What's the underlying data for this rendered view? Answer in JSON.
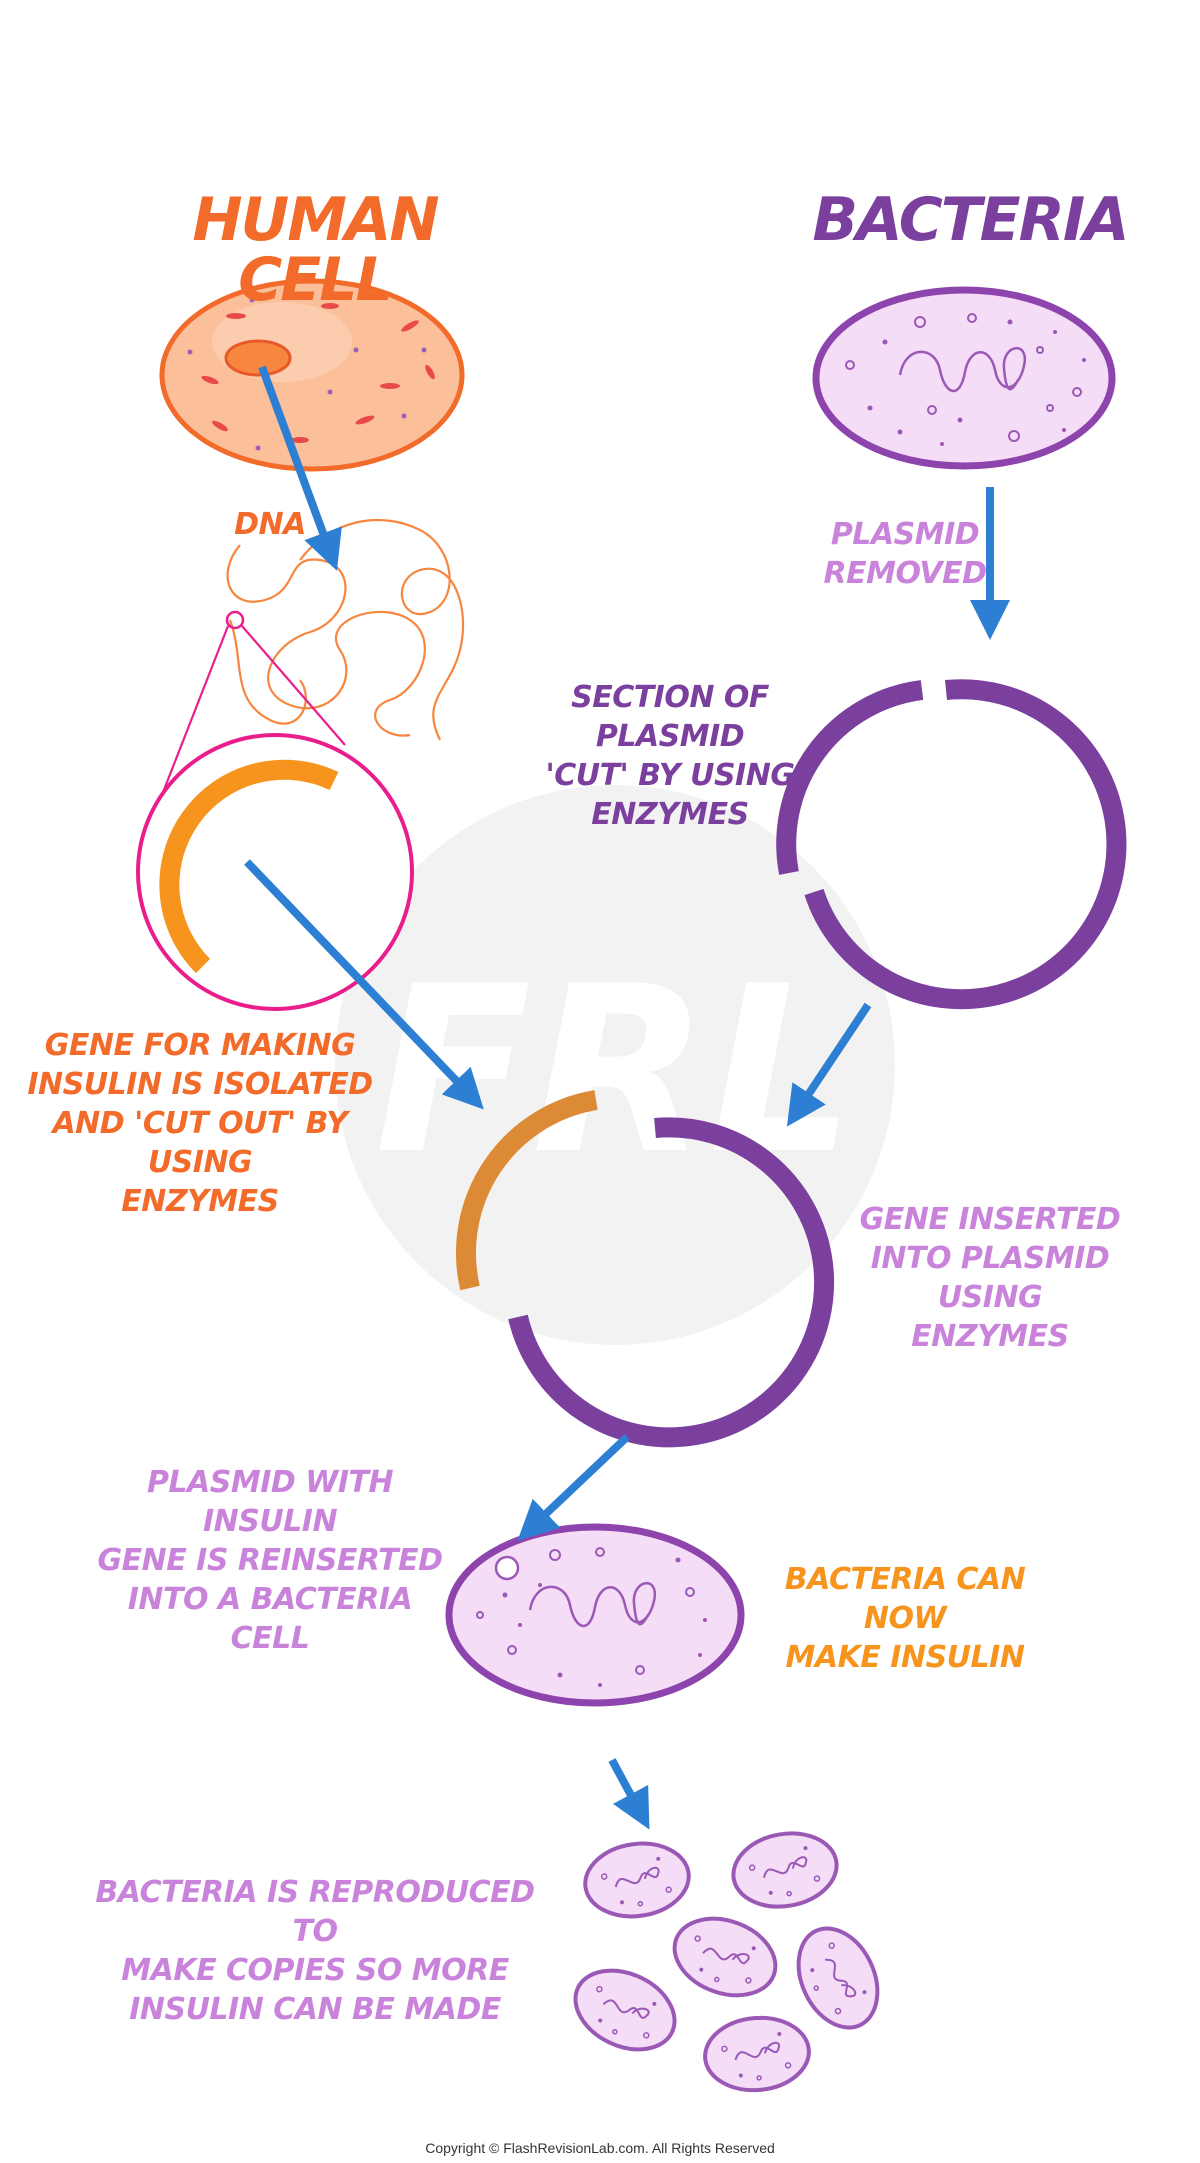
{
  "titles": {
    "human_cell": "Human Cell",
    "bacteria": "Bacteria"
  },
  "labels": {
    "dna": "DNA",
    "plasmid_removed": [
      "Plasmid",
      "Removed"
    ],
    "section_cut": [
      "Section of plasmid",
      "'cut' by using",
      "enzymes"
    ],
    "gene_isolated": [
      "Gene for making",
      "insulin is isolated",
      "and 'cut out' by using",
      "enzymes"
    ],
    "gene_inserted": [
      "Gene inserted",
      "into plasmid using",
      "enzymes"
    ],
    "plasmid_reinserted": [
      "Plasmid with insulin",
      "gene is reinserted",
      "into a bacteria cell"
    ],
    "bacteria_insulin": [
      "Bacteria can now",
      "make insulin"
    ],
    "bacteria_reproduced": [
      "Bacteria is reproduced to",
      "make copies so more",
      "insulin can be made"
    ]
  },
  "watermark": "FRL",
  "copyright": "Copyright © FlashRevisionLab.com. All Rights Reserved",
  "colors": {
    "orange_title": "#f26b2a",
    "orange_text": "#f26b2a",
    "purple_dark": "#7b3f9e",
    "purple_text": "#c983db",
    "gene_orange": "#f7941d",
    "arrow_blue": "#2d7fd3",
    "magnifier_pink": "#e91e8c",
    "cell_fill": "#fbbf9a",
    "bacteria_fill": "#f5dcf7"
  }
}
